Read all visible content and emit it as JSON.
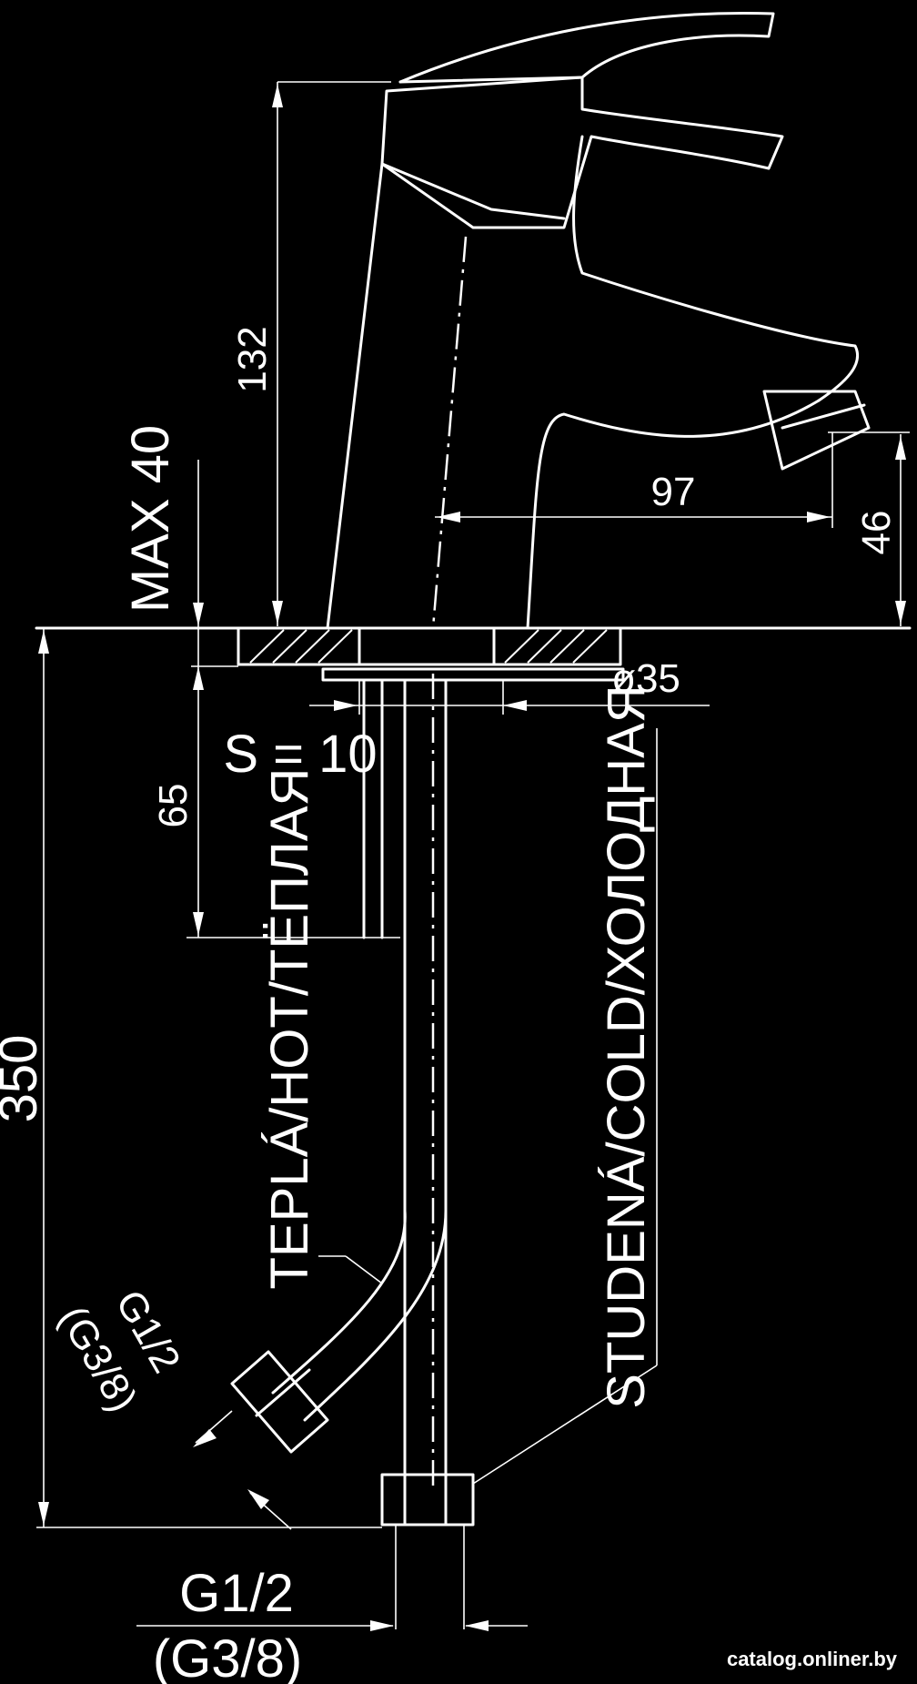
{
  "dimensions": {
    "height_spout": "132",
    "max_thickness": "MAX  40",
    "reach": "97",
    "aerator_height": "46",
    "hole_diameter": "ø35",
    "nut_size": "S = 10",
    "stud_length": "65",
    "hose_length": "350"
  },
  "hoses": {
    "hot_label": "TEPLÁ/HOT/ТЁПЛАЯ",
    "cold_label": "STUDENÁ/COLD/ХОЛОДНАЯ"
  },
  "threads": {
    "side_thread": "G1/2",
    "side_thread_alt": "(G3/8)",
    "bottom_thread": "G1/2",
    "bottom_thread_alt": "(G3/8)"
  },
  "watermark": "catalog.onliner.by"
}
